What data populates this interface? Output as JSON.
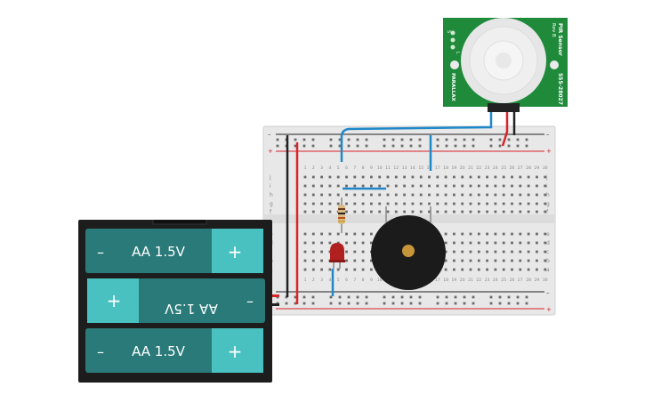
{
  "pir": {
    "title": "PIR Sensor",
    "rev": "Rev B",
    "part": "555-28027",
    "brand": "PARALLAX",
    "pin_labels": [
      "S",
      "+",
      "–",
      "L"
    ]
  },
  "batteries": [
    {
      "label": "AA 1.5V",
      "minus": "–",
      "plus": "+",
      "flipped": false
    },
    {
      "label": "AA 1.5V",
      "minus": "–",
      "plus": "+",
      "flipped": true
    },
    {
      "label": "AA 1.5V",
      "minus": "–",
      "plus": "+",
      "flipped": false
    }
  ],
  "breadboard": {
    "rail_plus": "+",
    "rail_minus": "–",
    "rows_top": [
      "j",
      "i",
      "h",
      "g",
      "f"
    ],
    "rows_bottom": [
      "e",
      "d",
      "c",
      "b",
      "a"
    ],
    "columns": [
      "1",
      "5",
      "10",
      "15",
      "20",
      "25",
      "30"
    ]
  },
  "colors": {
    "board": "#e9e9e9",
    "pcb": "#1e8a3a",
    "battery": "#2a7a7a",
    "battery_cap": "#49c1c1",
    "wire_blue": "#1f88c8",
    "wire_red": "#d8252a",
    "wire_black": "#222222",
    "buzzer": "#1b1b1b",
    "led": "#b02020"
  }
}
